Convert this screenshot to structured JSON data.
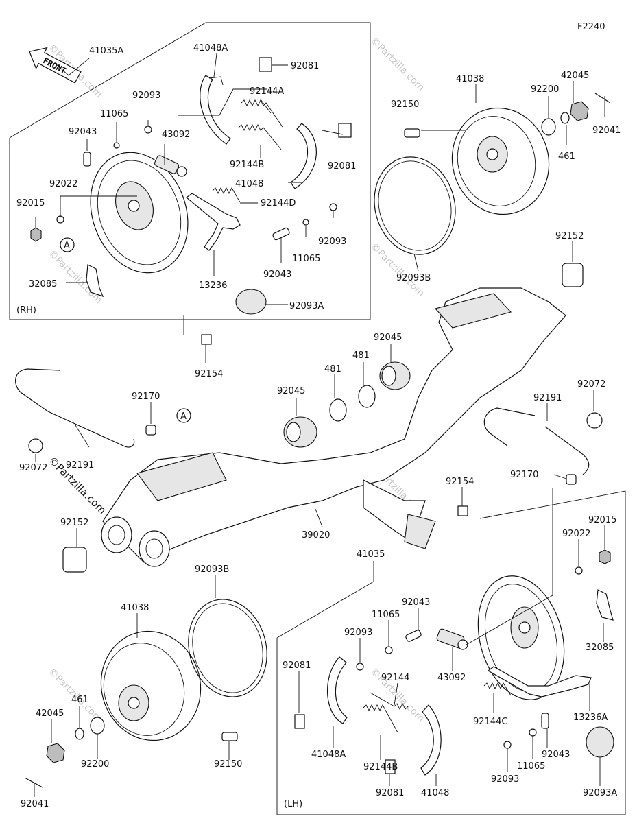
{
  "figure_code": "F2240",
  "front_label": "FRONT",
  "watermark": "©Partzilla.com",
  "groups": {
    "rh": "(RH)",
    "lh": "(LH)"
  },
  "ref_markers": {
    "a1": "A",
    "a2": "A"
  },
  "labels": {
    "p41035A": "41035A",
    "p41048A_top": "41048A",
    "p92081_t1": "92081",
    "p92093_t1": "92093",
    "p92144A": "92144A",
    "p11065_t1": "11065",
    "p92043_t1": "92043",
    "p43092_t": "43092",
    "p92144B_t": "92144B",
    "p92081_t2": "92081",
    "p41048_t": "41048",
    "p92022_t": "92022",
    "p92015_t": "92015",
    "p92144D": "92144D",
    "p92093_t2": "92093",
    "p11065_t2": "11065",
    "p92043_t2": "92043",
    "p32085_t": "32085",
    "p13236": "13236",
    "p92093A_t": "92093A",
    "p41038_t": "41038",
    "p42045_t": "42045",
    "p92150_t": "92150",
    "p92200_t": "92200",
    "p461_t": "461",
    "p92041_t": "92041",
    "p92093B_t": "92093B",
    "p92152_t": "92152",
    "p92154_t": "92154",
    "p92045_a": "92045",
    "p481_a": "481",
    "p481_b": "481",
    "p92045_b": "92045",
    "p92170_t": "92170",
    "p92191_t": "92191",
    "p92072_t": "92072",
    "p92072_r": "92072",
    "p92191_r": "92191",
    "p92170_r": "92170",
    "p92154_r": "92154",
    "p39020": "39020",
    "p92152_l": "92152",
    "p41035": "41035",
    "p92093B_b": "92093B",
    "p41038_b": "41038",
    "p92015_b": "92015",
    "p92022_b": "92022",
    "p92043_b1": "92043",
    "p11065_b1": "11065",
    "p92093_b1": "92093",
    "p92081_b1": "92081",
    "p92144_b": "92144",
    "p43092_b": "43092",
    "p32085_b": "32085",
    "p92144C": "92144C",
    "p13236A": "13236A",
    "p41048A_b": "41048A",
    "p92144B_b": "92144B",
    "p461_b": "461",
    "p42045_b": "42045",
    "p92043_b2": "92043",
    "p11065_b2": "11065",
    "p92200_b": "92200",
    "p92150_b": "92150",
    "p92093_b2": "92093",
    "p92041_b": "92041",
    "p92081_b2": "92081",
    "p41048_b": "41048",
    "p92093A_b": "92093A"
  }
}
